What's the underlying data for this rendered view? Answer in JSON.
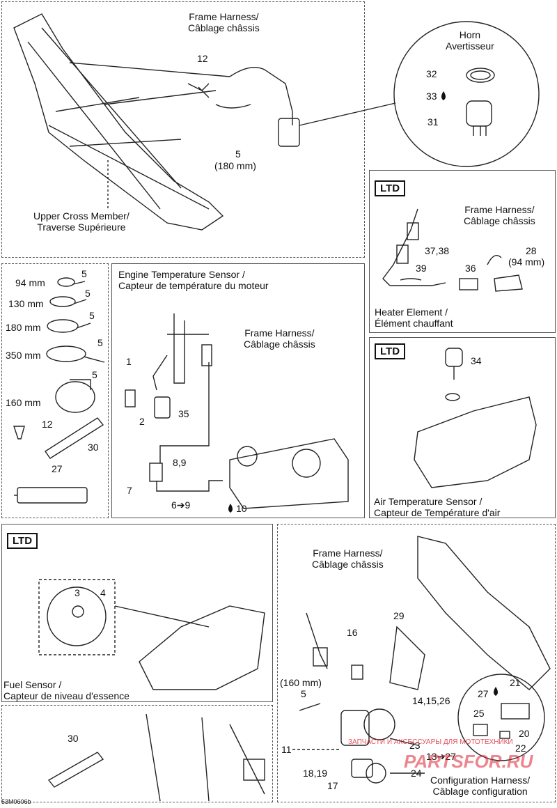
{
  "frame": {
    "title": "Frame Harness/\nCâblage châssis",
    "part12": "12",
    "part5": "5",
    "part5_len": "(180 mm)",
    "cross_member": "Upper Cross Member/\nTraverse Supérieure"
  },
  "horn": {
    "title": "Horn\nAvertisseur",
    "p32": "32",
    "p33": "33",
    "p31": "31"
  },
  "heater": {
    "ltd": "LTD",
    "harness": "Frame Harness/\nCâblage châssis",
    "p3738": "37,38",
    "p28": "28",
    "p28_len": "(94 mm)",
    "p39": "39",
    "p36": "36",
    "title": "Heater Element /\nÉlément chauffant"
  },
  "ties": {
    "items": [
      {
        "len": "94 mm",
        "num": "5"
      },
      {
        "len": "130 mm",
        "num": "5"
      },
      {
        "len": "180 mm",
        "num": "5"
      },
      {
        "len": "350 mm",
        "num": "5"
      },
      {
        "len": "160 mm",
        "num": "5"
      }
    ],
    "p12": "12",
    "p30": "30",
    "p27": "27"
  },
  "engine": {
    "title": "Engine Temperature Sensor /\nCapteur de température du moteur",
    "harness": "Frame Harness/\nCâblage châssis",
    "p1": "1",
    "p2": "2",
    "p35": "35",
    "p89": "8,9",
    "p7": "7",
    "p69": "6➔9",
    "p10": "10"
  },
  "air": {
    "ltd": "LTD",
    "p34": "34",
    "title": "Air Temperature Sensor /\nCapteur de Température d'air"
  },
  "fuel": {
    "ltd": "LTD",
    "p3": "3",
    "p4": "4",
    "title": "Fuel Sensor /\nCapteur de niveau d'essence"
  },
  "bottom_left": {
    "p30": "30"
  },
  "config": {
    "harness": "Frame Harness/\nCâblage châssis",
    "p29": "29",
    "p16": "16",
    "p160": "(160 mm)",
    "p5": "5",
    "p21": "21",
    "p27": "27",
    "p141526": "14,15,26",
    "p25": "25",
    "p20": "20",
    "p22": "22",
    "p11": "11",
    "p23": "23",
    "p1327": "13➔27",
    "p1819": "18,19",
    "p24": "24",
    "p17": "17",
    "title": "Configuration Harness/\nCâblage configuration"
  },
  "watermark": {
    "small": "ЗАПЧАСТИ И АКСЕССУАРЫ ДЛЯ МОТОТЕХНИКИ",
    "big": "PARTSFOR.RU"
  },
  "code": "53M0606b"
}
